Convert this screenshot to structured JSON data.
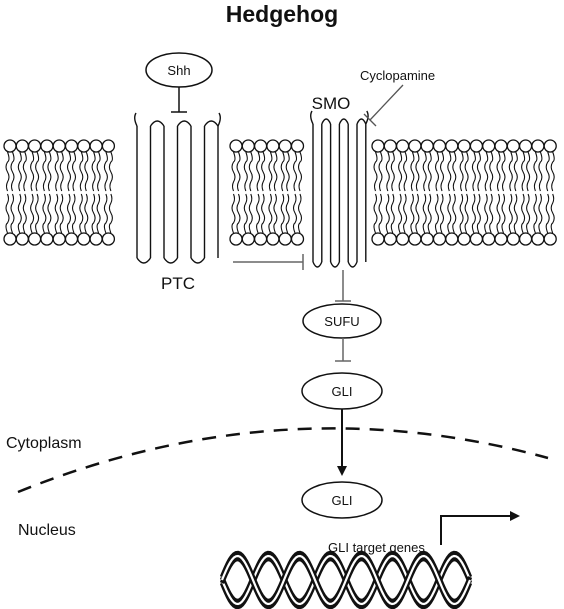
{
  "title": "Hedgehog",
  "nodes": {
    "shh": "Shh",
    "smo": "SMO",
    "ptc": "PTC",
    "sufu": "SUFU",
    "gli_cyto": "GLI",
    "gli_nuc": "GLI"
  },
  "inhibitor": "Cyclopamine",
  "regions": {
    "cytoplasm": "Cytoplasm",
    "nucleus": "Nucleus"
  },
  "target_genes": "GLI target genes"
}
